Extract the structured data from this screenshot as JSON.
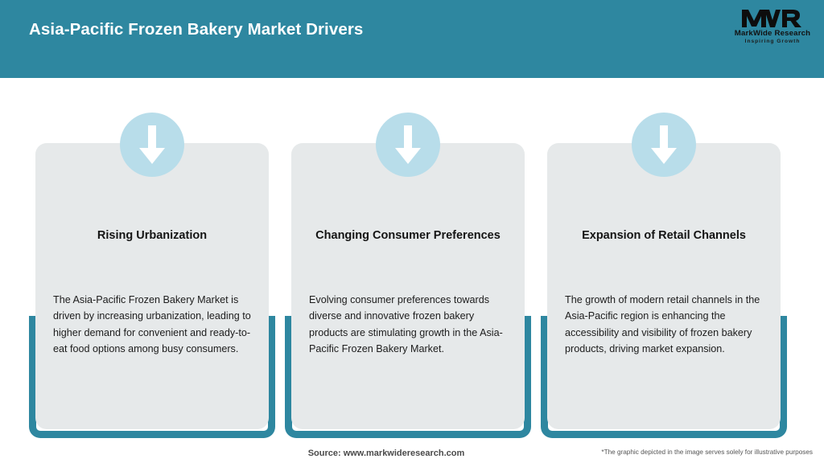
{
  "header": {
    "title": "Asia-Pacific Frozen Bakery Market Drivers",
    "background_color": "#2E87A0",
    "title_color": "#FFFFFF"
  },
  "logo": {
    "monogram": "MWR",
    "name": "MarkWide Research",
    "tagline": "Inspiring Growth"
  },
  "theme": {
    "accent_teal": "#2E87A0",
    "card_background": "#E6E9EA",
    "icon_circle": "#B8DDEA",
    "arrow_color": "#FFFFFF",
    "page_background": "#FFFFFF"
  },
  "cards": [
    {
      "icon": "arrow-down-icon",
      "title": "Rising Urbanization",
      "body": "The Asia-Pacific Frozen Bakery Market is driven by increasing urbanization, leading to higher demand for convenient and ready-to-eat food options among busy consumers."
    },
    {
      "icon": "arrow-down-icon",
      "title": "Changing Consumer Preferences",
      "body": "Evolving consumer preferences towards diverse and innovative frozen bakery products are stimulating growth in the Asia-Pacific Frozen Bakery Market."
    },
    {
      "icon": "arrow-down-icon",
      "title": "Expansion of Retail Channels",
      "body": "The growth of modern retail channels in the Asia-Pacific region is enhancing the accessibility and visibility of frozen bakery products, driving market expansion."
    }
  ],
  "footer": {
    "source": "Source: www.markwideresearch.com",
    "disclaimer": "*The graphic depicted in the image serves solely for illustrative purposes"
  }
}
